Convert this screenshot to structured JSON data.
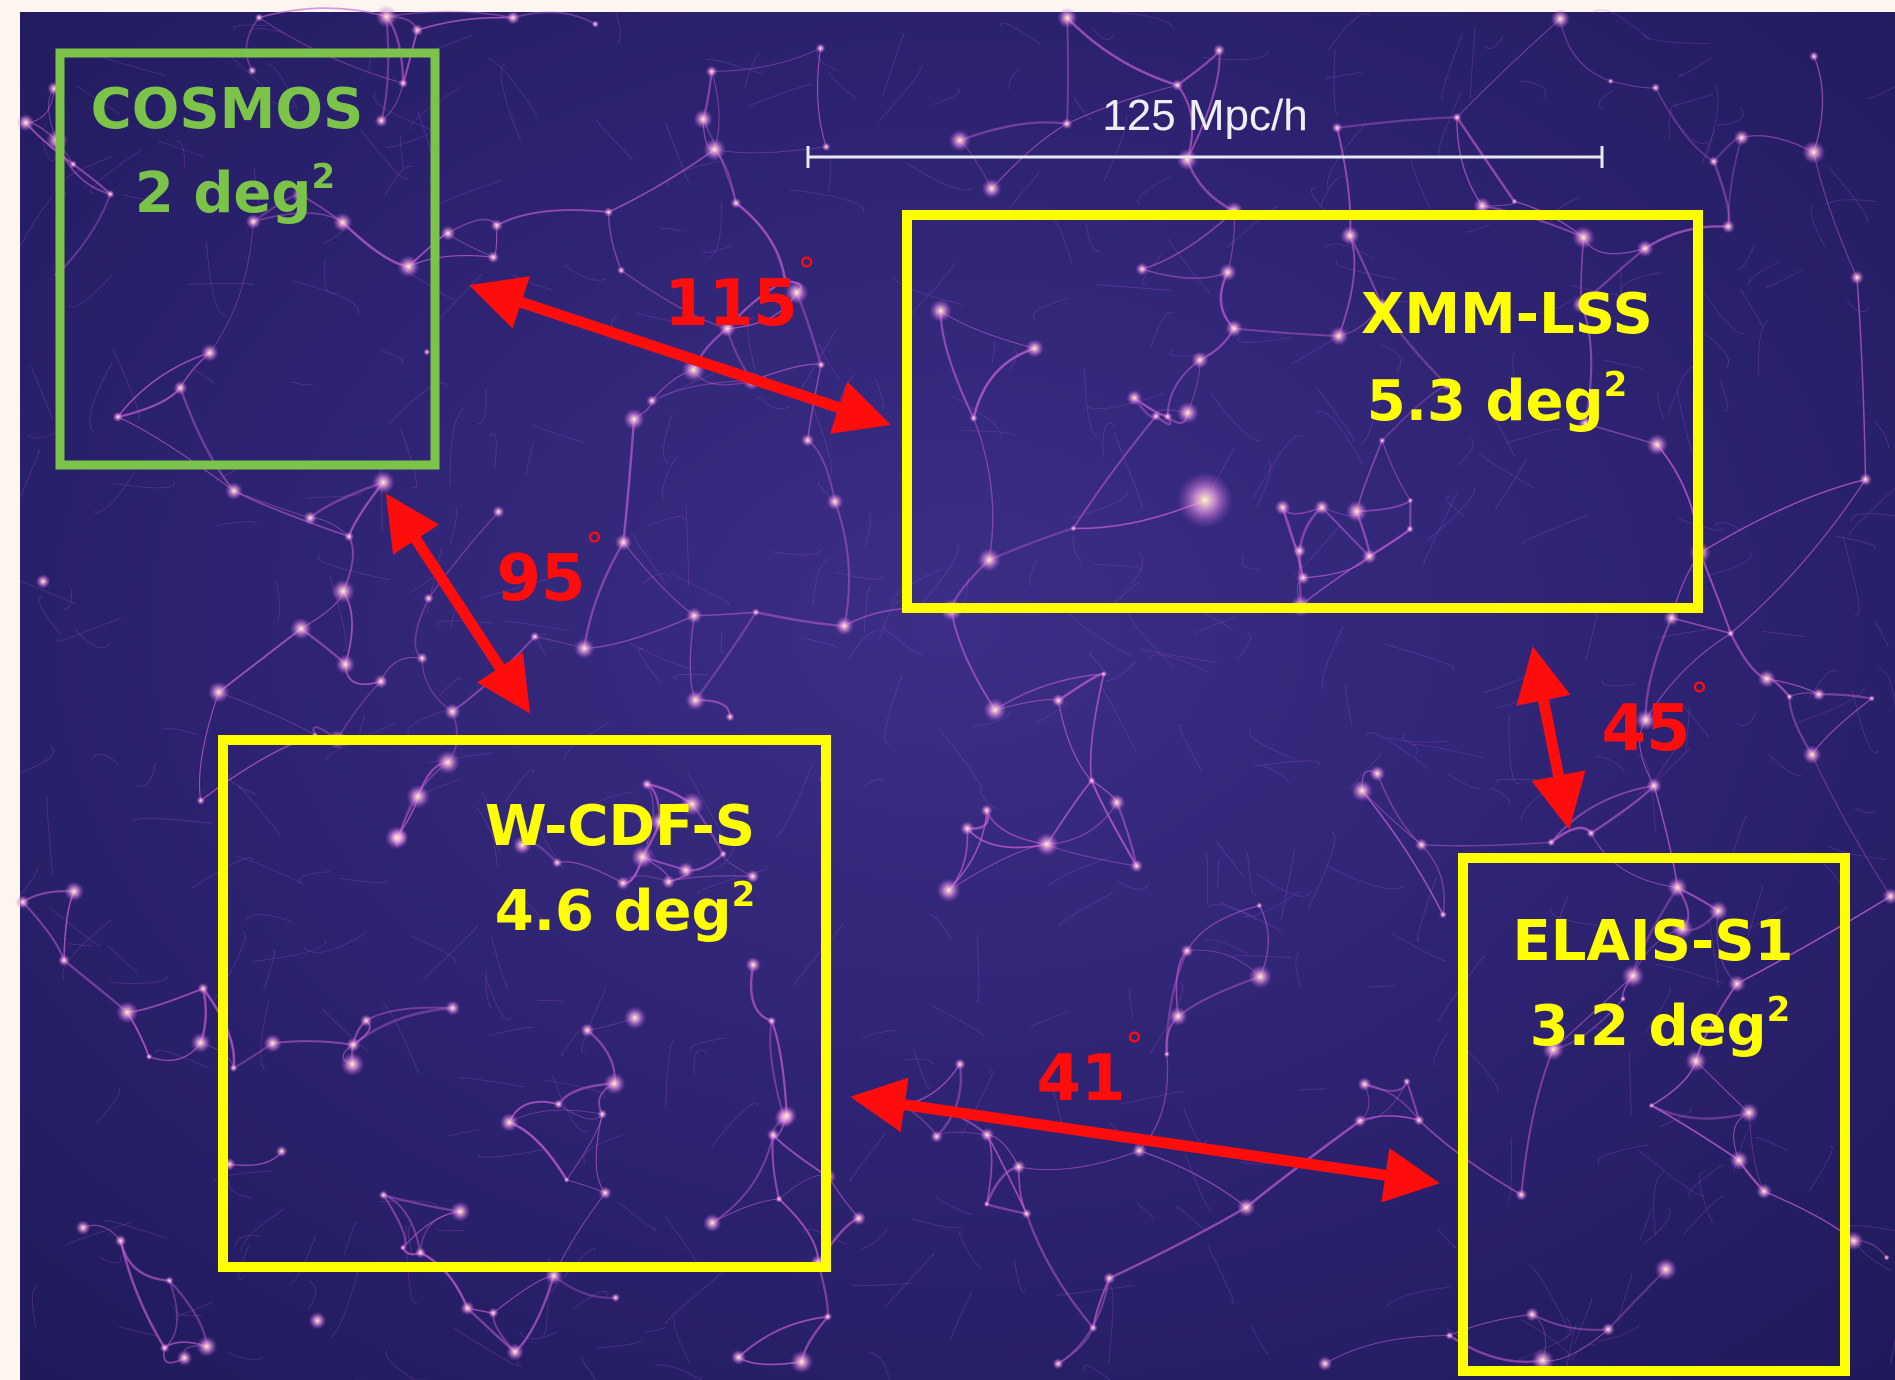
{
  "scale_bar": {
    "label": "125 Mpc/h"
  },
  "fields": [
    {
      "id": "cosmos",
      "name": "COSMOS",
      "area_value": "2",
      "area_unit": "deg",
      "area_exp": "2",
      "color": "#7cc34a"
    },
    {
      "id": "xmm-lss",
      "name": "XMM-LSS",
      "area_value": "5.3",
      "area_unit": "deg",
      "area_exp": "2",
      "color": "#ffff00"
    },
    {
      "id": "w-cdf-s",
      "name": "W-CDF-S",
      "area_value": "4.6",
      "area_unit": "deg",
      "area_exp": "2",
      "color": "#ffff00"
    },
    {
      "id": "elais-s1",
      "name": "ELAIS-S1",
      "area_value": "3.2",
      "area_unit": "deg",
      "area_exp": "2",
      "color": "#ffff00"
    }
  ],
  "separations": [
    {
      "id": "cosmos-xmm",
      "value": "115",
      "unit": "°"
    },
    {
      "id": "cosmos-wcdfs",
      "value": "95",
      "unit": "°"
    },
    {
      "id": "xmm-elais",
      "value": "45",
      "unit": "°"
    },
    {
      "id": "wcdfs-elais",
      "value": "41",
      "unit": "°"
    }
  ],
  "colors": {
    "background": "#fcf6ee",
    "arrow": "#ff0d0d",
    "scale_bar": "#e8e8f0",
    "web_dark": "#1b1850",
    "web_mid": "#3a2a8a",
    "filament": "#c85fd6",
    "node": "#fff3a8"
  }
}
